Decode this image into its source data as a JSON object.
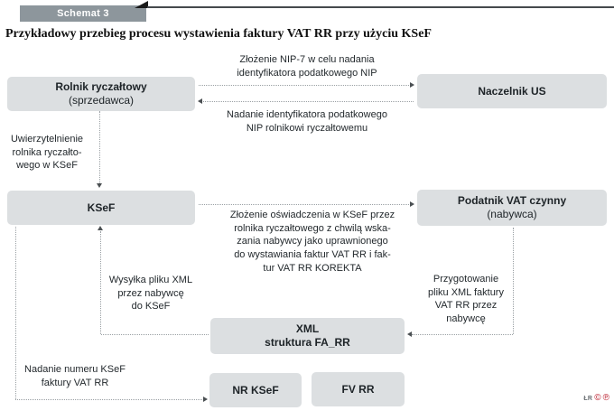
{
  "header": {
    "tab_label": "Schemat 3",
    "title": "Przykładowy przebieg procesu wystawienia faktury VAT RR przy użyciu KSeF"
  },
  "nodes": {
    "rolnik": {
      "title": "Rolnik ryczałtowy",
      "subtitle": "(sprzedawca)"
    },
    "naczelnik": {
      "title": "Naczelnik US"
    },
    "ksef": {
      "title": "KSeF"
    },
    "podatnik": {
      "title": "Podatnik VAT czynny",
      "subtitle": "(nabywca)"
    },
    "xml": {
      "title": "XML",
      "subtitle": "struktura FA_RR"
    },
    "nr_ksef": {
      "title": "NR KSeF"
    },
    "fv_rr": {
      "title": "FV RR"
    }
  },
  "labels": {
    "zlozenie_nip7": [
      "Złożenie NIP-7 w celu nadania",
      "identyfikatora podatkowego NIP"
    ],
    "nadanie_identyfikatora": [
      "Nadanie identyfikatora podatkowego",
      "NIP rolnikowi ryczałtowemu"
    ],
    "uwierzytelnienie": [
      "Uwierzytelnienie",
      "rolnika ryczałto-",
      "wego w KSeF"
    ],
    "oswiadczenie": [
      "Złożenie oświadczenia w KSeF przez",
      "rolnika ryczałtowego z chwilą wska-",
      "zania nabywcy jako uprawnionego",
      "do wystawiania faktur VAT RR i fak-",
      "tur VAT RR KOREKTA"
    ],
    "wysylka": [
      "Wysyłka pliku XML",
      "przez nabywcę",
      "do KSeF"
    ],
    "przygotowanie": [
      "Przygotowanie",
      "pliku XML faktury",
      "VAT RR przez",
      "nabywcę"
    ],
    "nadanie_numeru": [
      "Nadanie numeru KSeF",
      "faktury VAT RR"
    ]
  },
  "footer": {
    "credit": "ŁR",
    "icons": [
      {
        "name": "copyright-icon",
        "glyph": "©"
      },
      {
        "name": "phonogram-icon",
        "glyph": "℗"
      }
    ]
  },
  "colors": {
    "tab_bg": "#8d969c",
    "node_bg": "#dcdfe1",
    "dotted_line": "#9aa0a4",
    "arrowhead": "#4a4f52",
    "credit_red": "#c94b57"
  }
}
